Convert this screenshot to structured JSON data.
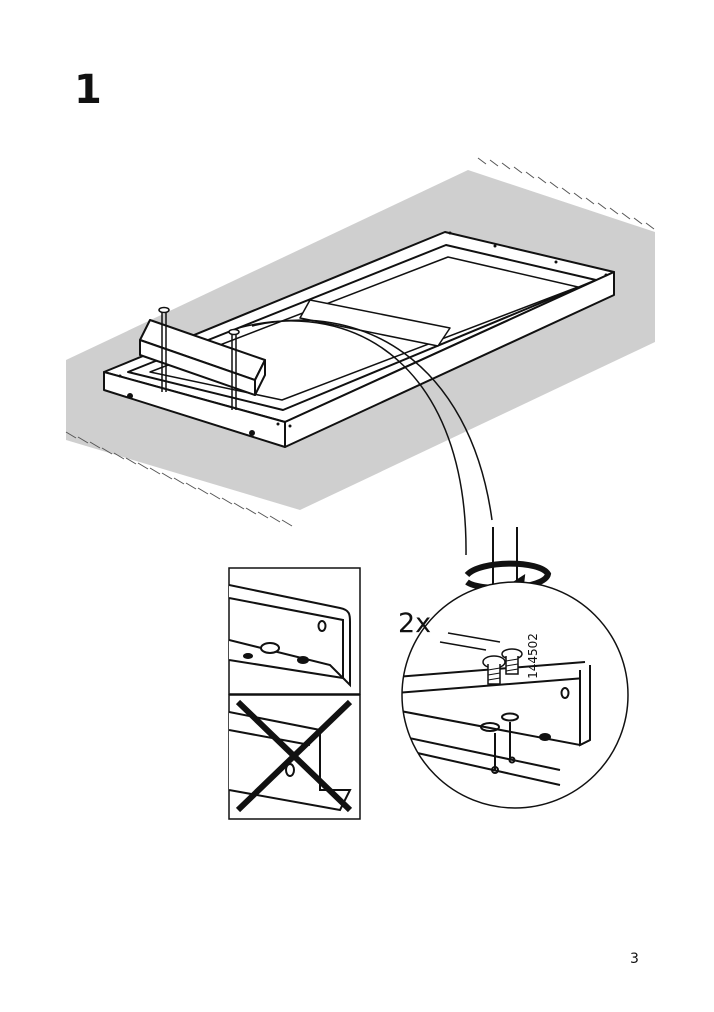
{
  "step": {
    "number": "1"
  },
  "detail": {
    "quantity": "2x",
    "part_number": "144502"
  },
  "footer": {
    "page_number": "3"
  },
  "colors": {
    "ink": "#111111",
    "floor": "#cfcfcf",
    "paper": "#ffffff"
  }
}
